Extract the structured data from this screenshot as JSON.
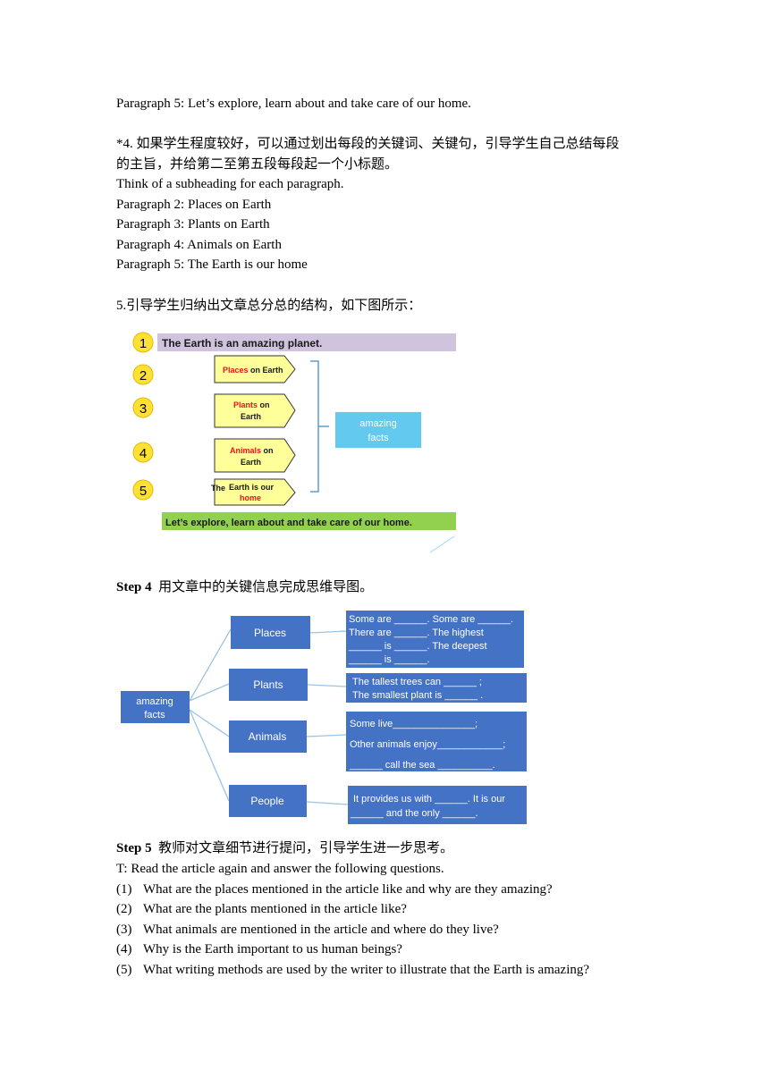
{
  "intro": {
    "para5_summary": "Paragraph 5: Let’s explore, learn about and take care of our home."
  },
  "item4": {
    "line1": "*4.  如果学生程度较好，可以通过划出每段的关键词、关键句，引导学生自己总结每段",
    "line2": "的主旨，并给第二至第五段每段起一个小标题。",
    "prompt": "Think of a subheading for each paragraph.",
    "subheadings": [
      "Paragraph 2: Places on Earth",
      "Paragraph 3: Plants on Earth",
      "Paragraph 4: Animals on Earth",
      "Paragraph 5: The Earth is our home"
    ]
  },
  "item5": {
    "text": "5.引导学生归纳出文章总分总的结构，如下图所示："
  },
  "structure_diagram": {
    "numbers": [
      "1",
      "2",
      "3",
      "4",
      "5"
    ],
    "top_banner": "The Earth is an amazing planet.",
    "arrows": [
      {
        "red": "Places",
        "black": " on Earth"
      },
      {
        "red": "Plants",
        "black": " on",
        "line2": "Earth"
      },
      {
        "red": "Animals",
        "black": " on",
        "line2": "Earth"
      },
      {
        "prefix": "The",
        "line1": "Earth is our",
        "red2": "home"
      }
    ],
    "right_box_line1": "amazing",
    "right_box_line2": "facts",
    "bottom_banner": "Let’s explore, learn about and take care of our home.",
    "colors": {
      "purple": "#cfc3dd",
      "yellow": "#ffff99",
      "red": "#e8141b",
      "cyan": "#63c9ef",
      "green": "#92d050",
      "numberCircle": "#ffe135"
    }
  },
  "step4": {
    "label": "Step 4",
    "text": "用文章中的关键信息完成思维导图。"
  },
  "mindmap": {
    "center_line1": "amazing",
    "center_line2": "facts",
    "branches": [
      {
        "label": "Places",
        "detail": [
          "Some are ______. Some are ______.",
          "There are ______. The highest",
          "______ is ______. The deepest",
          "______   is  ______."
        ]
      },
      {
        "label": "Plants",
        "detail": [
          "The tallest trees can ______ ;",
          "The smallest plant is ______ ."
        ]
      },
      {
        "label": "Animals",
        "detail": [
          "Some live_______________;",
          "Other animals enjoy____________;",
          "______ call the sea __________."
        ]
      },
      {
        "label": "People",
        "detail": [
          "It provides us with ______. It is our",
          "______ and the only ______."
        ]
      }
    ],
    "colors": {
      "box": "#4472c4",
      "line": "#9dc3e6"
    }
  },
  "step5": {
    "label": "Step 5",
    "text": "教师对文章细节进行提问，引导学生进一步思考。",
    "instruction": "T: Read the article again and answer the following questions.",
    "questions": [
      {
        "num": "(1)",
        "text": "What are the places mentioned in the article like and why are they amazing?"
      },
      {
        "num": "(2)",
        "text": "What are the plants mentioned in the article like?"
      },
      {
        "num": "(3)",
        "text": "What animals are mentioned in the article and where do they live?"
      },
      {
        "num": "(4)",
        "text": "Why is the Earth important to us human beings?"
      },
      {
        "num": "(5)",
        "text": "What writing methods are used by the writer to illustrate that the Earth is amazing?"
      }
    ]
  }
}
